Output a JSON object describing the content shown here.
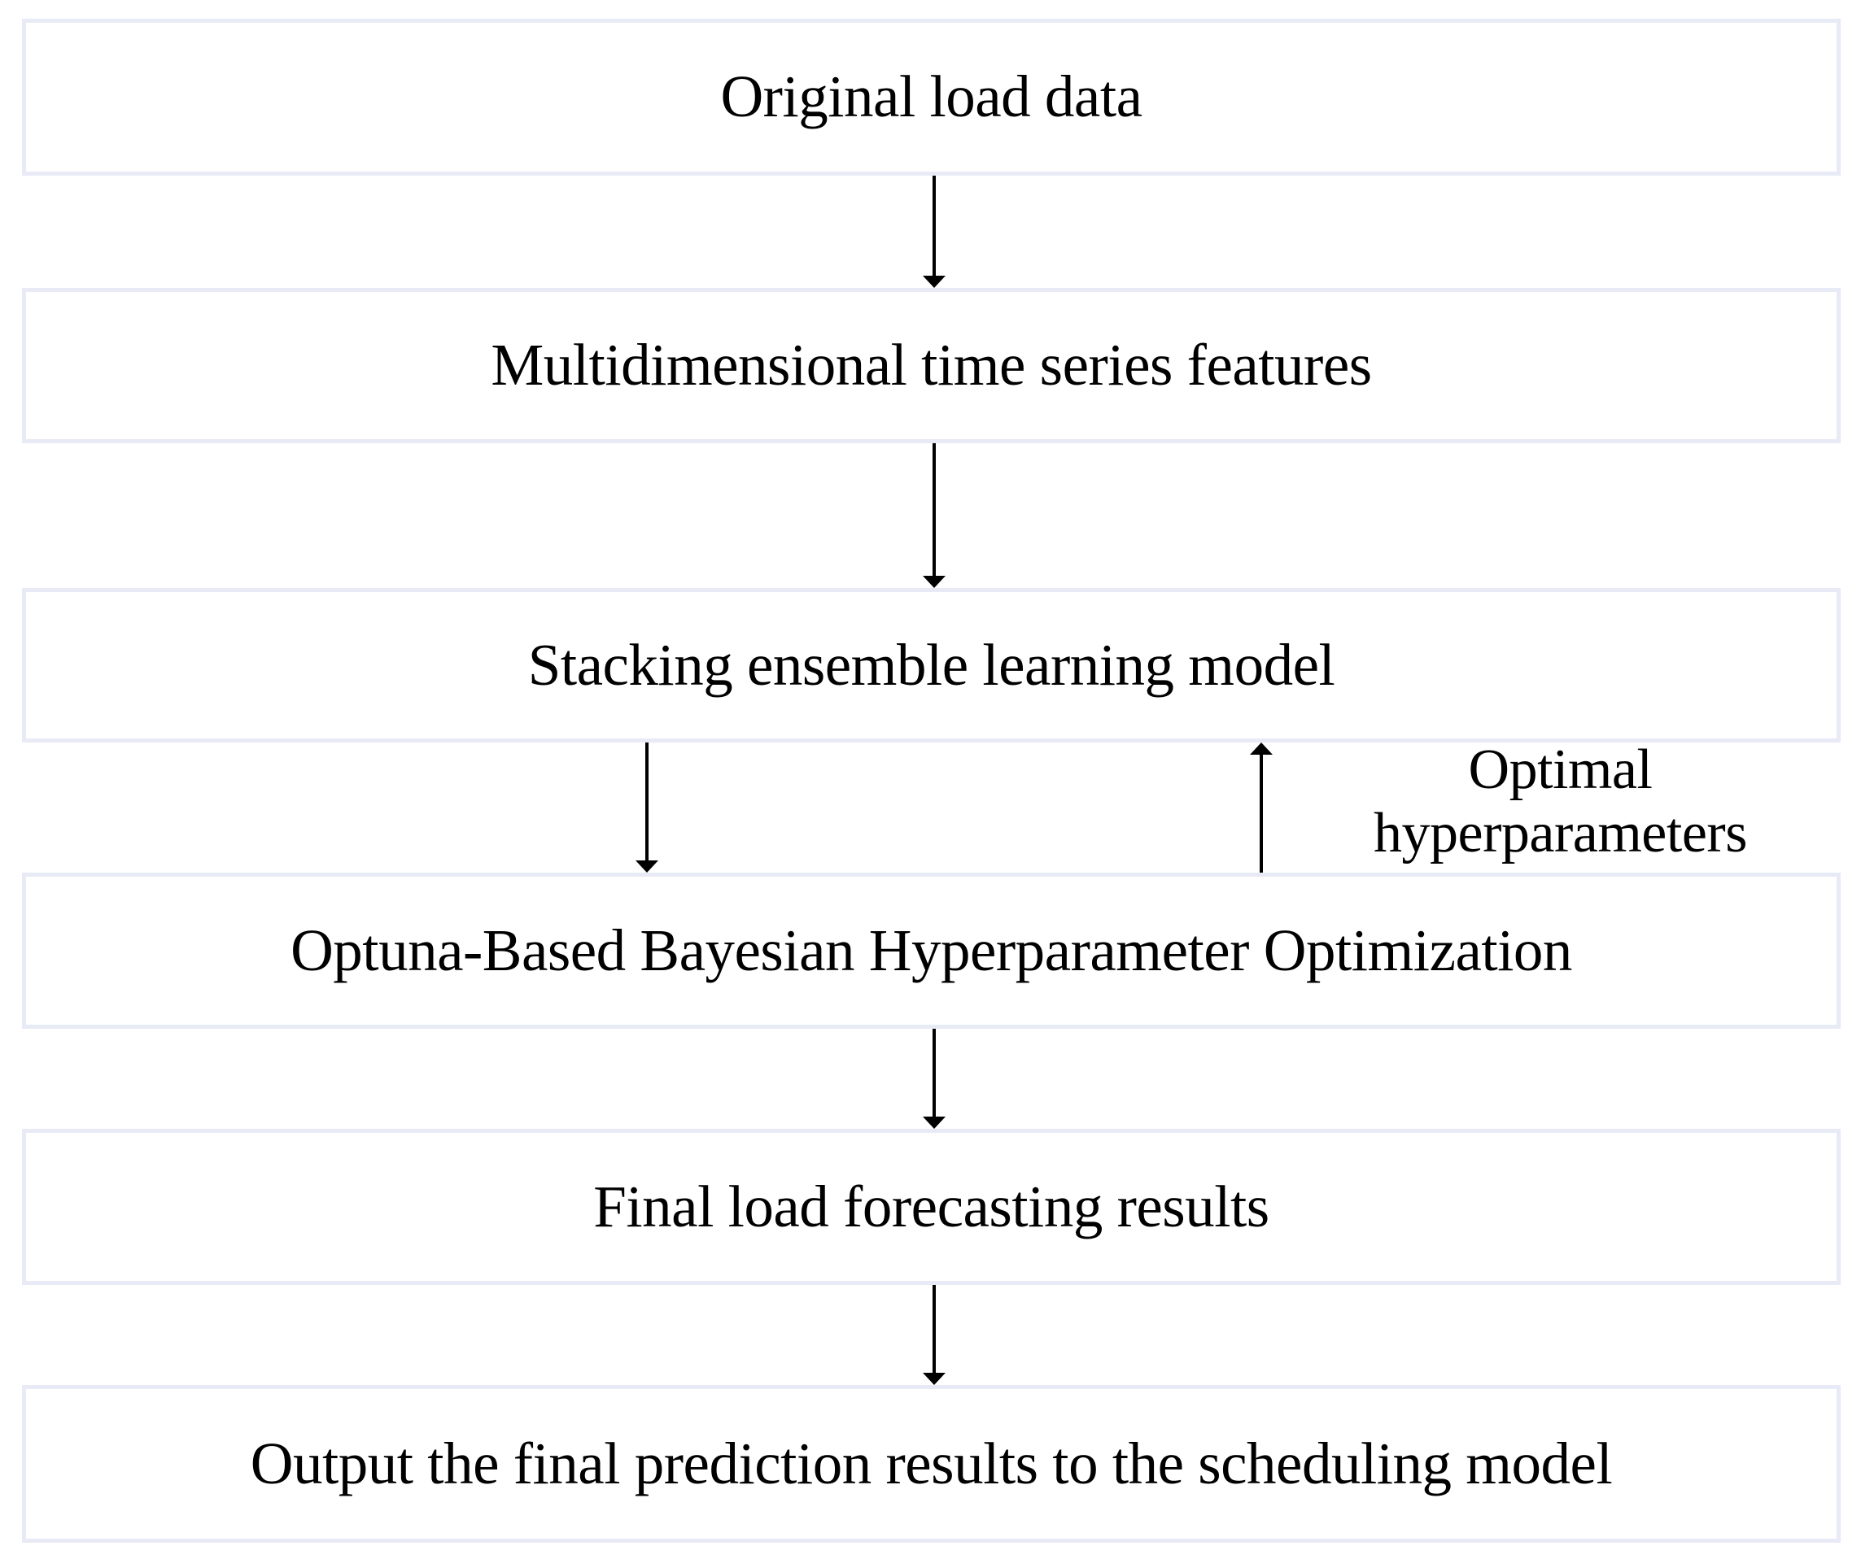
{
  "figure": {
    "type": "flowchart",
    "background_color": "#FFFFFF",
    "box_border_color": "#E8EAF6",
    "box_fill_color": "#FFFFFF",
    "text_color": "#000000",
    "arrow_color": "#000000"
  },
  "flowchart": {
    "nodes": [
      {
        "id": "original-load-data",
        "label": "Original load data"
      },
      {
        "id": "multidimensional-time-series-features",
        "label": "Multidimensional time series features"
      },
      {
        "id": "stacking-ensemble-learning-model",
        "label": "Stacking ensemble learning model"
      },
      {
        "id": "optuna-bayesian-hyperparameter-optimization",
        "label": "Optuna-Based Bayesian Hyperparameter Optimization"
      },
      {
        "id": "final-load-forecasting-results",
        "label": "Final load forecasting results"
      },
      {
        "id": "output-final-prediction-results",
        "label": "Output the final prediction results to the scheduling model"
      }
    ],
    "edges": [
      {
        "from": "original-load-data",
        "to": "multidimensional-time-series-features",
        "direction": "down",
        "label": ""
      },
      {
        "from": "multidimensional-time-series-features",
        "to": "stacking-ensemble-learning-model",
        "direction": "down",
        "label": ""
      },
      {
        "from": "stacking-ensemble-learning-model",
        "to": "optuna-bayesian-hyperparameter-optimization",
        "direction": "down",
        "label": ""
      },
      {
        "from": "optuna-bayesian-hyperparameter-optimization",
        "to": "stacking-ensemble-learning-model",
        "direction": "up",
        "label": "Optimal hyperparameters"
      },
      {
        "from": "optuna-bayesian-hyperparameter-optimization",
        "to": "final-load-forecasting-results",
        "direction": "down",
        "label": ""
      },
      {
        "from": "final-load-forecasting-results",
        "to": "output-final-prediction-results",
        "direction": "down",
        "label": ""
      }
    ],
    "feedback_label": "Optimal hyperparameters"
  }
}
